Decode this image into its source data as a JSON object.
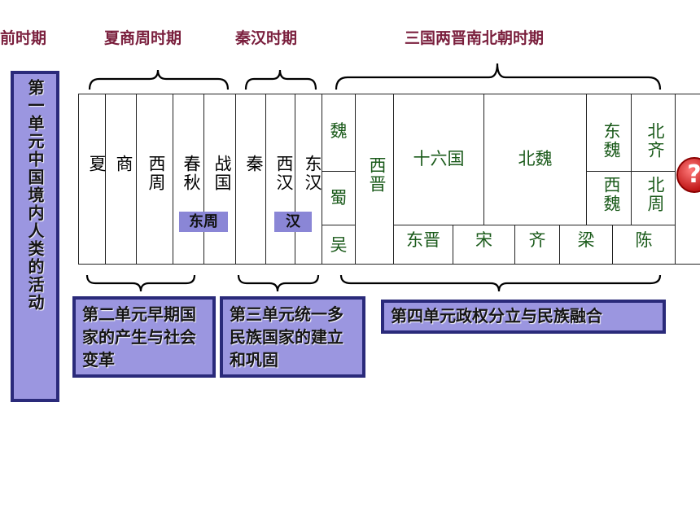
{
  "periods": {
    "prehistoric": "史前时期",
    "xsz": "夏商周时期",
    "qinhan": "秦汉时期",
    "sanguo": "三国两晋南北朝时期"
  },
  "unit1": "第一单元中国境内人类的活动",
  "dynasties": {
    "xia": "夏",
    "shang": "商",
    "xizhou": "西周",
    "chunqiu": "春秋",
    "zhanguo": "战国",
    "qin": "秦",
    "xihan": "西汉",
    "donghan": "东汉",
    "wei": "魏",
    "shu": "蜀",
    "wu": "吴",
    "xijin": "西晋",
    "shiliuguo": "十六国",
    "beiwei": "北魏",
    "dongwei": "东魏",
    "beiqi": "北齐",
    "xiwei": "西魏",
    "beizhou": "北周",
    "dongjin": "东晋",
    "song": "宋",
    "qi": "齐",
    "liang": "梁",
    "chen": "陈"
  },
  "sublabels": {
    "dongzhou": "东周",
    "han": "汉"
  },
  "units": {
    "unit2": "第二单元早期国家的产生与社会变革",
    "unit3": "第三单元统一多民族国家的建立和巩固",
    "unit4": "第四单元政权分立与民族融合"
  },
  "help_button": "?",
  "colors": {
    "period_title": "#7a1f3d",
    "dynasty_green": "#1a5a1a",
    "unit_fill": "#9b96e0",
    "unit_border": "#2a2a7a"
  }
}
